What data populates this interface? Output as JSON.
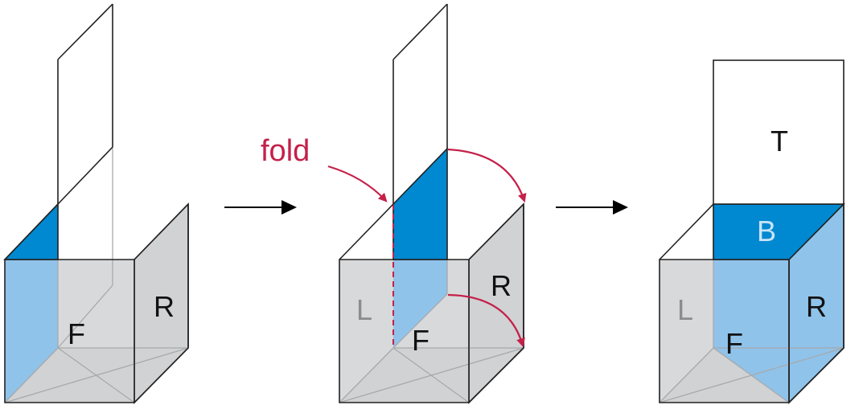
{
  "colors": {
    "gray": "#d1d2d4",
    "gray_line": "#a8a9ab",
    "light_blue": "#8fc3ea",
    "dark_blue": "#0089d0",
    "fold_red": "#c4214a",
    "label_black": "#111111",
    "label_gray": "#8c8c8c",
    "label_on_blue": "#c9e4f7"
  },
  "step1": {
    "front_label": "F",
    "right_label": "R"
  },
  "step2": {
    "fold_label": "fold",
    "left_label": "L",
    "front_label": "F",
    "right_label": "R"
  },
  "step3": {
    "top_label": "T",
    "bottom_label": "B",
    "left_label": "L",
    "front_label": "F",
    "right_label": "R"
  }
}
